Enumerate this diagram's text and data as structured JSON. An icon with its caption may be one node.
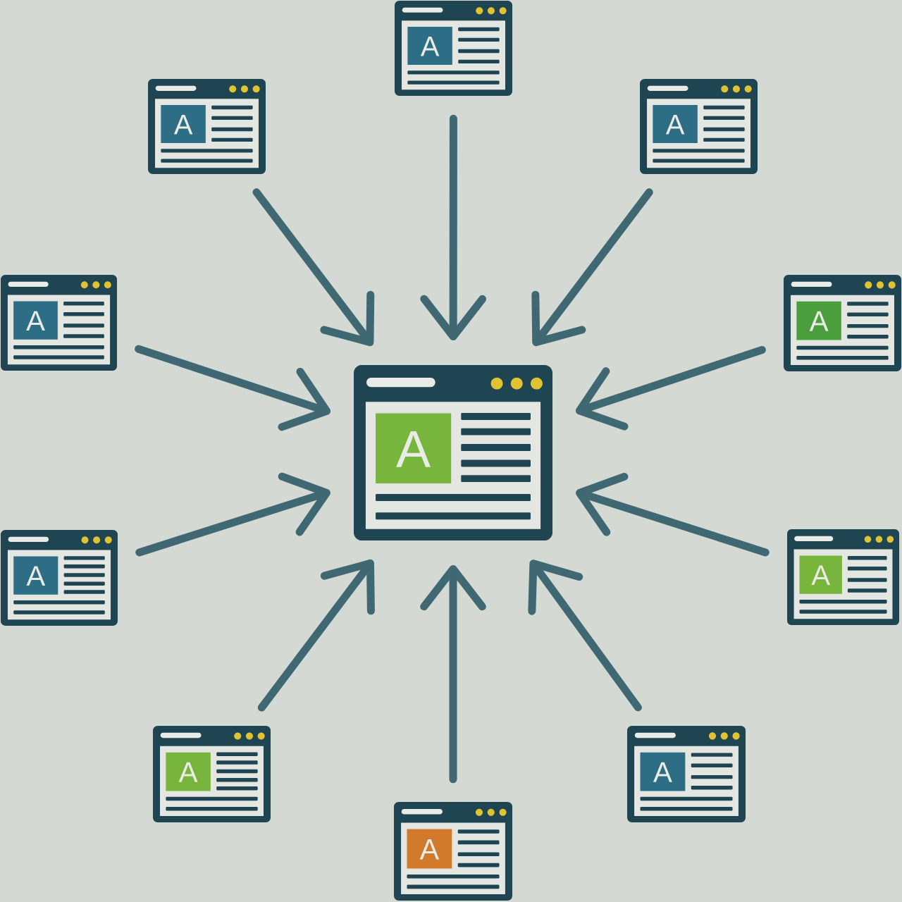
{
  "diagram": {
    "nodes": [
      {
        "text": [
          "A"
        ]
      },
      {
        "text": [
          "A"
        ]
      },
      {
        "text": [
          "A"
        ]
      },
      {
        "text": [
          "A"
        ]
      },
      {
        "text": [
          "A"
        ]
      },
      {
        "text": [
          "A"
        ]
      },
      {
        "text": [
          "A"
        ]
      },
      {
        "text": [
          "A"
        ]
      },
      {
        "text": [
          "A"
        ]
      },
      {
        "text": [
          "A"
        ]
      },
      {
        "text": [
          "A"
        ]
      }
    ],
    "edges": [
      {
        "from": 0,
        "to": 5,
        "arrow": "to"
      },
      {
        "from": 1,
        "to": 5,
        "arrow": "to"
      },
      {
        "from": 2,
        "to": 5,
        "arrow": "to"
      },
      {
        "from": 3,
        "to": 5,
        "arrow": "to"
      },
      {
        "from": 4,
        "to": 5,
        "arrow": "to"
      },
      {
        "from": 6,
        "to": 5,
        "arrow": "to"
      },
      {
        "from": 7,
        "to": 5,
        "arrow": "to"
      },
      {
        "from": 8,
        "to": 5,
        "arrow": "to"
      },
      {
        "from": 9,
        "to": 5,
        "arrow": "to"
      },
      {
        "from": 10,
        "to": 5,
        "arrow": "to"
      }
    ]
  }
}
